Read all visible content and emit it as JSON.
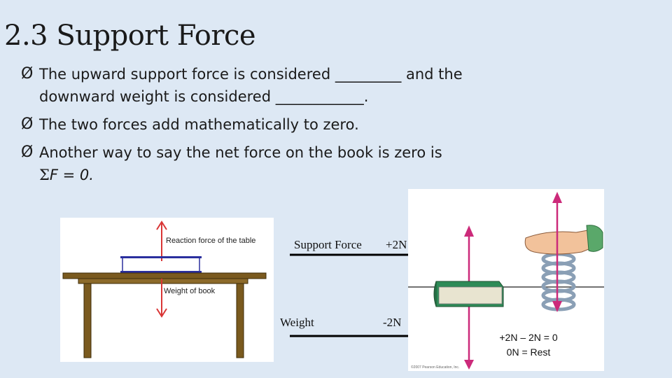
{
  "slide": {
    "title": "2.3 Support Force",
    "bullets": [
      {
        "marker": "Ø",
        "text": "The upward support force is considered _________ and the downward weight is considered ____________."
      },
      {
        "marker": "Ø",
        "text": "The two forces add mathematically to zero."
      },
      {
        "marker": "Ø",
        "text": "Another way to say the net force on the book is zero is",
        "sigma": "Σ",
        "equation": "F = 0."
      }
    ]
  },
  "table_figure": {
    "reaction_label": "Reaction force of the table",
    "weight_label": "Weight of book",
    "colors": {
      "arrow": "#d93636",
      "table": "#7a5a1e",
      "book": "#2a2f9e"
    }
  },
  "force_vectors": {
    "support_label": "Support Force",
    "support_value": "+2N",
    "weight_label": "Weight",
    "weight_value": "-2N",
    "arrow_color": "#000000"
  },
  "spring_figure": {
    "sum_line1": "+2N – 2N = 0",
    "sum_line2": "0N = Rest",
    "copyright": "©2007 Pearson Education, Inc.",
    "colors": {
      "arrow": "#cc2a7a",
      "spring": "#8a9fb5",
      "book": "#2e8b57",
      "hand": "#f2c29b"
    }
  }
}
